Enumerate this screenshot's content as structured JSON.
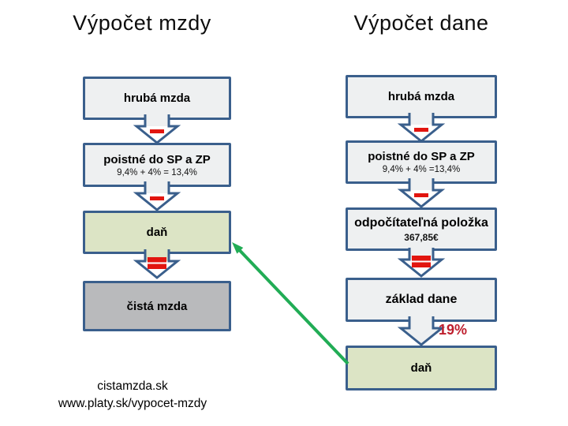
{
  "left_column": {
    "title": "Výpočet mzdy",
    "boxes": {
      "hruba_mzda": {
        "label": "hrubá mzda"
      },
      "poistne": {
        "label": "poistné do SP a ZP",
        "sublabel": "9,4% + 4% = 13,4%"
      },
      "dan": {
        "label": "daň"
      },
      "cista_mzda": {
        "label": "čistá mzda"
      }
    },
    "operators": [
      "minus",
      "minus",
      "equals"
    ]
  },
  "right_column": {
    "title": "Výpočet dane",
    "boxes": {
      "hruba_mzda": {
        "label": "hrubá mzda"
      },
      "poistne": {
        "label": "poistné do SP a ZP",
        "sublabel": "9,4% + 4% =13,4%"
      },
      "odpocitatelna": {
        "label": "odpočítateľná položka",
        "sublabel": "367,85€"
      },
      "zaklad_dane": {
        "label": "základ dane"
      },
      "dan": {
        "label": "daň"
      }
    },
    "operators": [
      "minus",
      "minus",
      "equals"
    ],
    "tax_rate_label": "19%"
  },
  "footer": {
    "line1": "cistamzda.sk",
    "line2": "www.platy.sk/vypocet-mzdy"
  },
  "colors": {
    "box_border": "#3a5f8c",
    "box_fill_light": "#eef0f1",
    "box_fill_green": "#dce4c5",
    "box_fill_gray": "#b9babc",
    "operator_red": "#e2150f",
    "tax_rate_red": "#be1e2d",
    "callout_green": "#21ac55",
    "text": "#000000"
  }
}
